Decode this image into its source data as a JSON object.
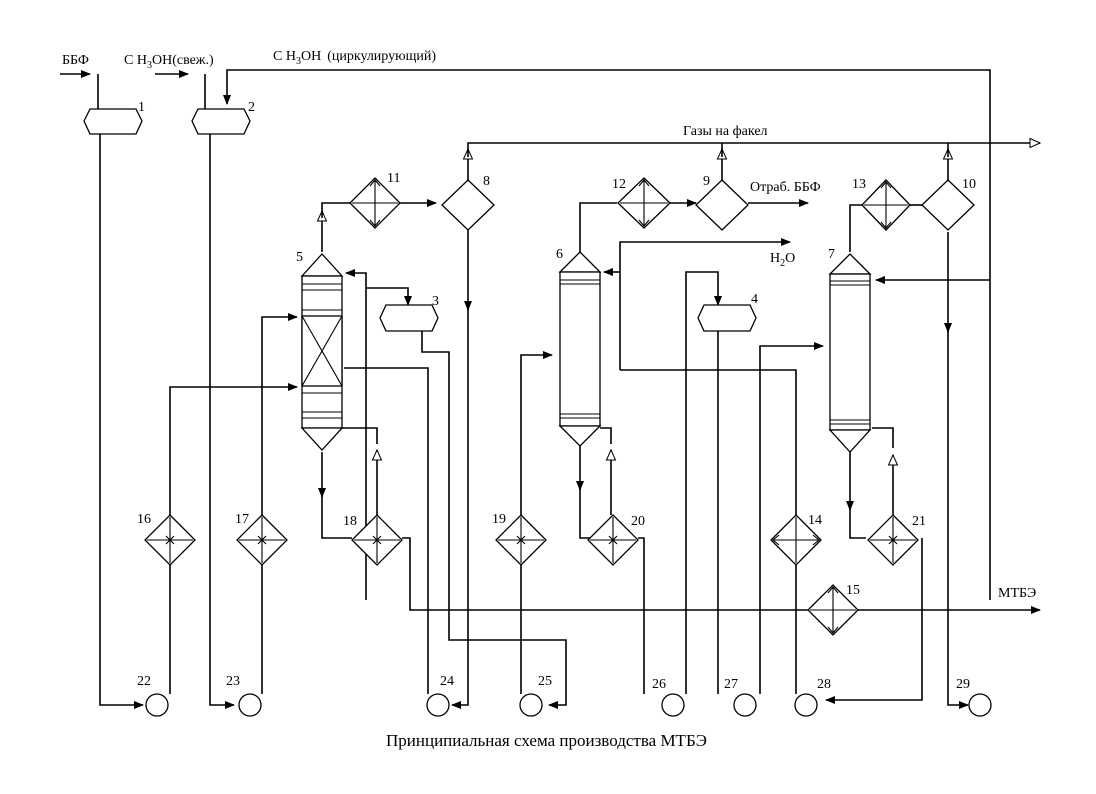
{
  "labels": {
    "bbf": "ББФ",
    "ch3oh_fresh_a": "С Н",
    "ch3oh_fresh_sub": "3",
    "ch3oh_fresh_b": "ОН",
    "ch3oh_fresh_c": "(свеж.)",
    "ch3oh_circ_a": "С Н",
    "ch3oh_circ_sub": "3",
    "ch3oh_circ_b": "ОН",
    "ch3oh_circ_c": "(циркулирующий)",
    "flare": "Газы на факел",
    "spent_bbf": "Отраб. ББФ",
    "water_a": "Н",
    "water_sub": "2",
    "water_b": "О",
    "mtbe": "МТБЭ"
  },
  "equipment_numbers": [
    "1",
    "2",
    "3",
    "4",
    "5",
    "6",
    "7",
    "8",
    "9",
    "10",
    "11",
    "12",
    "13",
    "14",
    "15",
    "16",
    "17",
    "18",
    "19",
    "20",
    "21",
    "22",
    "23",
    "24",
    "25",
    "26",
    "27",
    "28",
    "29"
  ],
  "caption": "Принципиальная схема производства МТБЭ"
}
